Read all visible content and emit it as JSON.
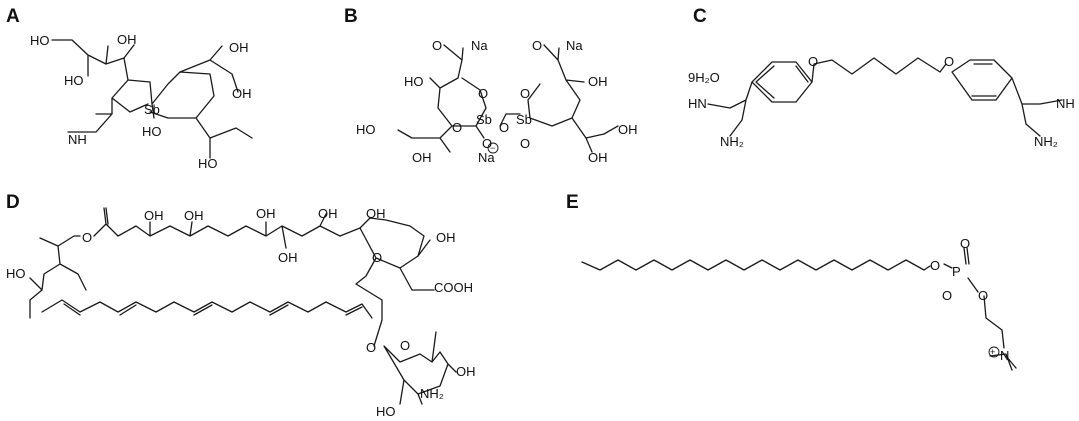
{
  "panels": {
    "A": {
      "label": "A",
      "atoms": [
        "HO",
        "OH",
        "HO",
        "Sb",
        "OH",
        "OH",
        "NH",
        "HO",
        "HO"
      ]
    },
    "B": {
      "label": "B",
      "atoms": [
        "O",
        "Na",
        "O",
        "Na",
        "HO",
        "OH",
        "O",
        "Sb",
        "O",
        "O",
        "Sb",
        "O",
        "O",
        "O",
        "HO",
        "OH",
        "Na",
        "OH",
        "OH"
      ],
      "charge": "−"
    },
    "C": {
      "label": "C",
      "hydrate": "9H₂O",
      "atoms": [
        "O",
        "O",
        "HN",
        "NH₂",
        "NH",
        "NH₂"
      ]
    },
    "D": {
      "label": "D",
      "atoms": [
        "O",
        "OH",
        "OH",
        "OH",
        "OH",
        "OH",
        "OH",
        "OH",
        "HO",
        "O",
        "COOH",
        "O",
        "O",
        "OH",
        "HO",
        "NH₂"
      ]
    },
    "E": {
      "label": "E",
      "atoms": [
        "O",
        "P",
        "O",
        "O",
        "O",
        "N"
      ],
      "charge": "+"
    }
  }
}
